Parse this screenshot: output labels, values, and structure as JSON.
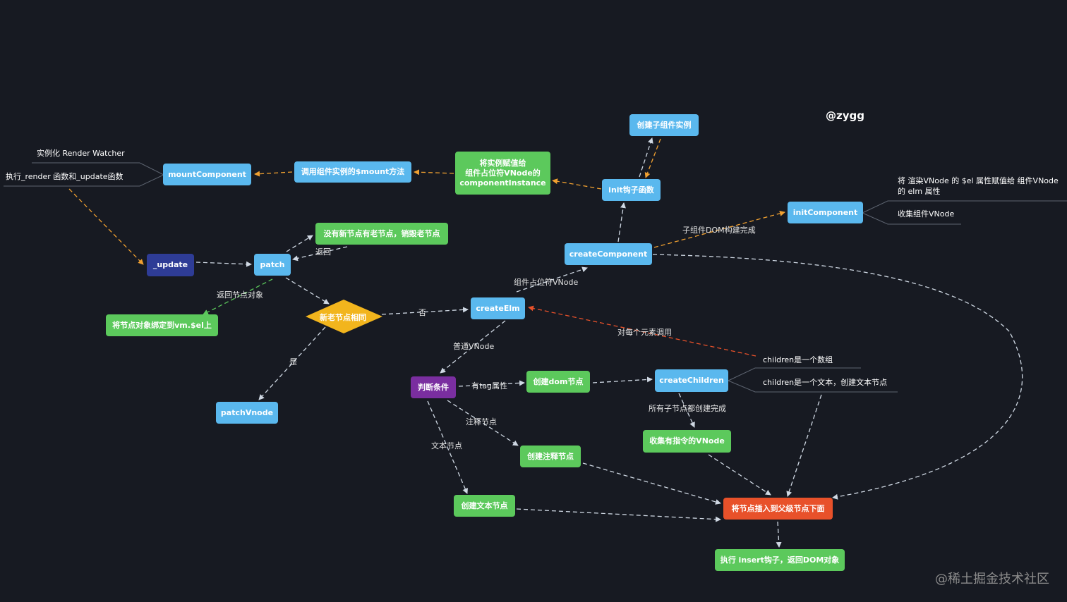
{
  "signature": "@zygg",
  "watermark": "@稀土掘金技术社区",
  "colors": {
    "background": "#171a22",
    "blue_node": "#5ab8ee",
    "green_node": "#5cc95c",
    "navy_node": "#2e3c96",
    "purple_node": "#7a2ea0",
    "orange_node": "#e8512a",
    "decision": "#f2b51d",
    "edge_gray": "#cfd8e3",
    "edge_orange": "#f0a030",
    "edge_red": "#e8512a",
    "edge_green": "#5cc95c"
  },
  "nodes": {
    "mountComponent": "mountComponent",
    "mount_method": "调用组件实例的$mount方法",
    "assign_instance": [
      "将实例赋值给",
      "组件占位符VNode的",
      "componentInstance"
    ],
    "create_child_instance": "创建子组件实例",
    "init_hook": "init钩子函数",
    "initComponent": "initComponent",
    "createComponent": "createComponent",
    "update": "_update",
    "patch": "patch",
    "destroy_old": "没有新节点有老节点，销毁老节点",
    "bind_el": "将节点对象绑定到vm.$el上",
    "same_node": "新老节点相同",
    "patchVnode": "patchVnode",
    "createElm": "createElm",
    "judge": "判断条件",
    "create_dom": "创建dom节点",
    "createChildren": "createChildren",
    "collect_directives": "收集有指令的VNode",
    "create_comment": "创建注释节点",
    "create_text": "创建文本节点",
    "insert_parent": "将节点插入到父级节点下面",
    "insert_hook": "执行 insert钩子，返回DOM对象"
  },
  "annotations": {
    "render_watcher": "实例化 Render Watcher",
    "exec_render": "执行_render 函数和_update函数",
    "init_component_desc": [
      "将 渲染VNode 的 $el 属性赋值给 组件VNode",
      "的 elm 属性"
    ],
    "collect_component_vnode": "收集组件VNode",
    "children_array": "children是一个数组",
    "children_text": "children是一个文本，创建文本节点"
  },
  "edge_labels": {
    "return": "返回",
    "return_node": "返回节点对象",
    "no": "否",
    "yes": "是",
    "placeholder_vnode": "组件占位符VNode",
    "child_dom_done": "子组件DOM构建完成",
    "each_element": "对每个元素调用",
    "normal_vnode": "普通VNode",
    "has_tag": "有tag属性",
    "comment_node": "注释节点",
    "text_node": "文本节点",
    "all_children_done": "所有子节点都创建完成"
  }
}
